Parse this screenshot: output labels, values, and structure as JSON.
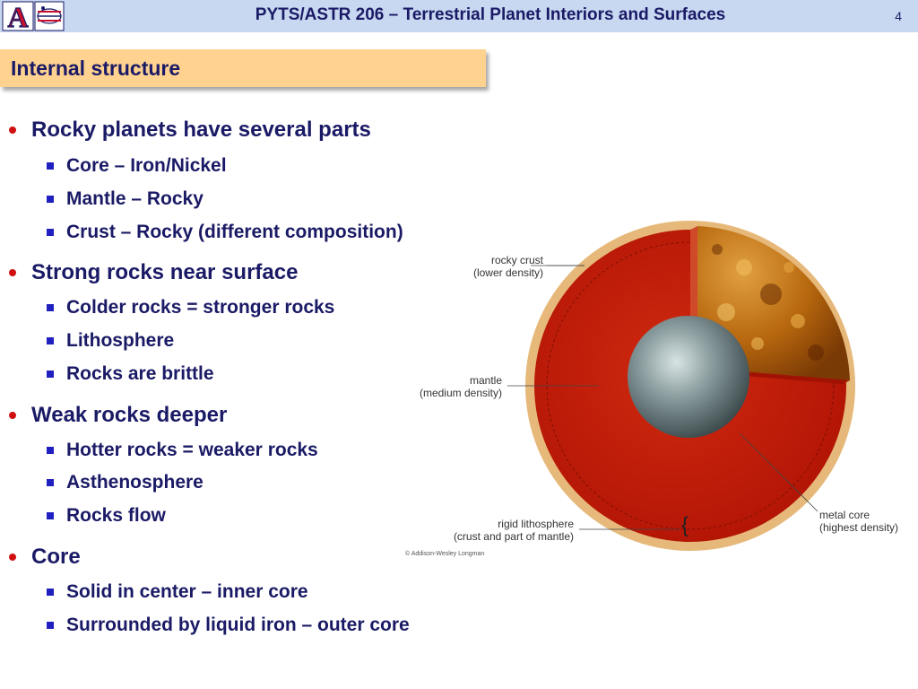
{
  "header": {
    "title": "PYTS/ASTR 206 – Terrestrial Planet Interiors and Surfaces",
    "page_number": "4",
    "logo_letter": "A"
  },
  "section": {
    "title": "Internal structure"
  },
  "bullets": [
    {
      "text": "Rocky planets have several parts",
      "sub": [
        "Core – Iron/Nickel",
        "Mantle – Rocky",
        "Crust – Rocky (different composition)"
      ]
    },
    {
      "text": "Strong rocks near surface",
      "sub": [
        "Colder rocks = stronger rocks",
        "Lithosphere",
        "Rocks are brittle"
      ]
    },
    {
      "text": "Weak rocks deeper",
      "sub": [
        "Hotter rocks = weaker rocks",
        "Asthenosphere",
        "Rocks flow"
      ]
    },
    {
      "text": "Core",
      "sub": [
        "Solid in center – inner core",
        "Surrounded by liquid iron – outer core"
      ]
    }
  ],
  "diagram": {
    "labels": {
      "rocky_crust_1": "rocky crust",
      "rocky_crust_2": "(lower density)",
      "mantle_1": "mantle",
      "mantle_2": "(medium density)",
      "lithosphere_1": "rigid lithosphere",
      "lithosphere_2": "(crust and part of mantle)",
      "core_1": "metal core",
      "core_2": "(highest density)",
      "brace": "{"
    },
    "credit": "© Addison-Wesley Longman",
    "colors": {
      "crust": "#e6b97a",
      "mantle": "#c41a08",
      "core": "#7a8c8e",
      "surface": "#b86a10"
    }
  }
}
